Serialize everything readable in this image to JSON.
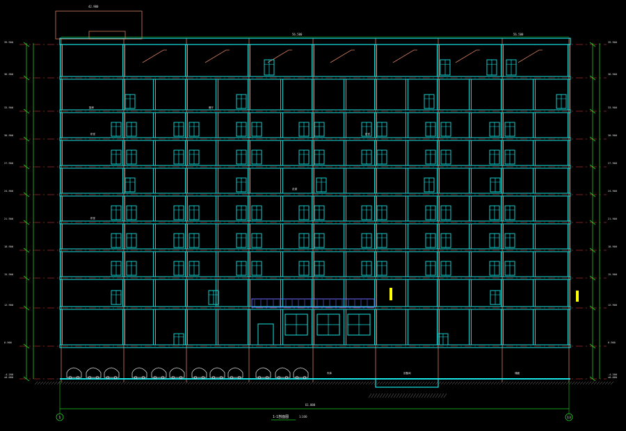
{
  "drawing": {
    "title": "1-1剖面图",
    "scale": "1:100",
    "overall_dim": "61.000",
    "roof_dim": "56.500",
    "axis_left": "1",
    "axis_right": "13",
    "top_parapet_elev": "42.900"
  },
  "levels": [
    "39.900",
    "36.900",
    "33.900",
    "30.900",
    "27.900",
    "24.900",
    "21.900",
    "18.900",
    "15.900",
    "12.900",
    "6.900",
    "±0.000",
    "-4.200"
  ],
  "room_labels": [
    "厨房",
    "餐厅",
    "卧室",
    "卧室",
    "走道",
    "卧室",
    "车库",
    "设备间",
    "储藏"
  ],
  "colors": {
    "background": "#000000",
    "structure": "#19e6e6",
    "wall": "#d88060",
    "axis": "#ff4040",
    "dimension": "#22cc22",
    "text": "#e8e8e8",
    "balcony": "#6a6aff",
    "accent": "#ffff00"
  }
}
